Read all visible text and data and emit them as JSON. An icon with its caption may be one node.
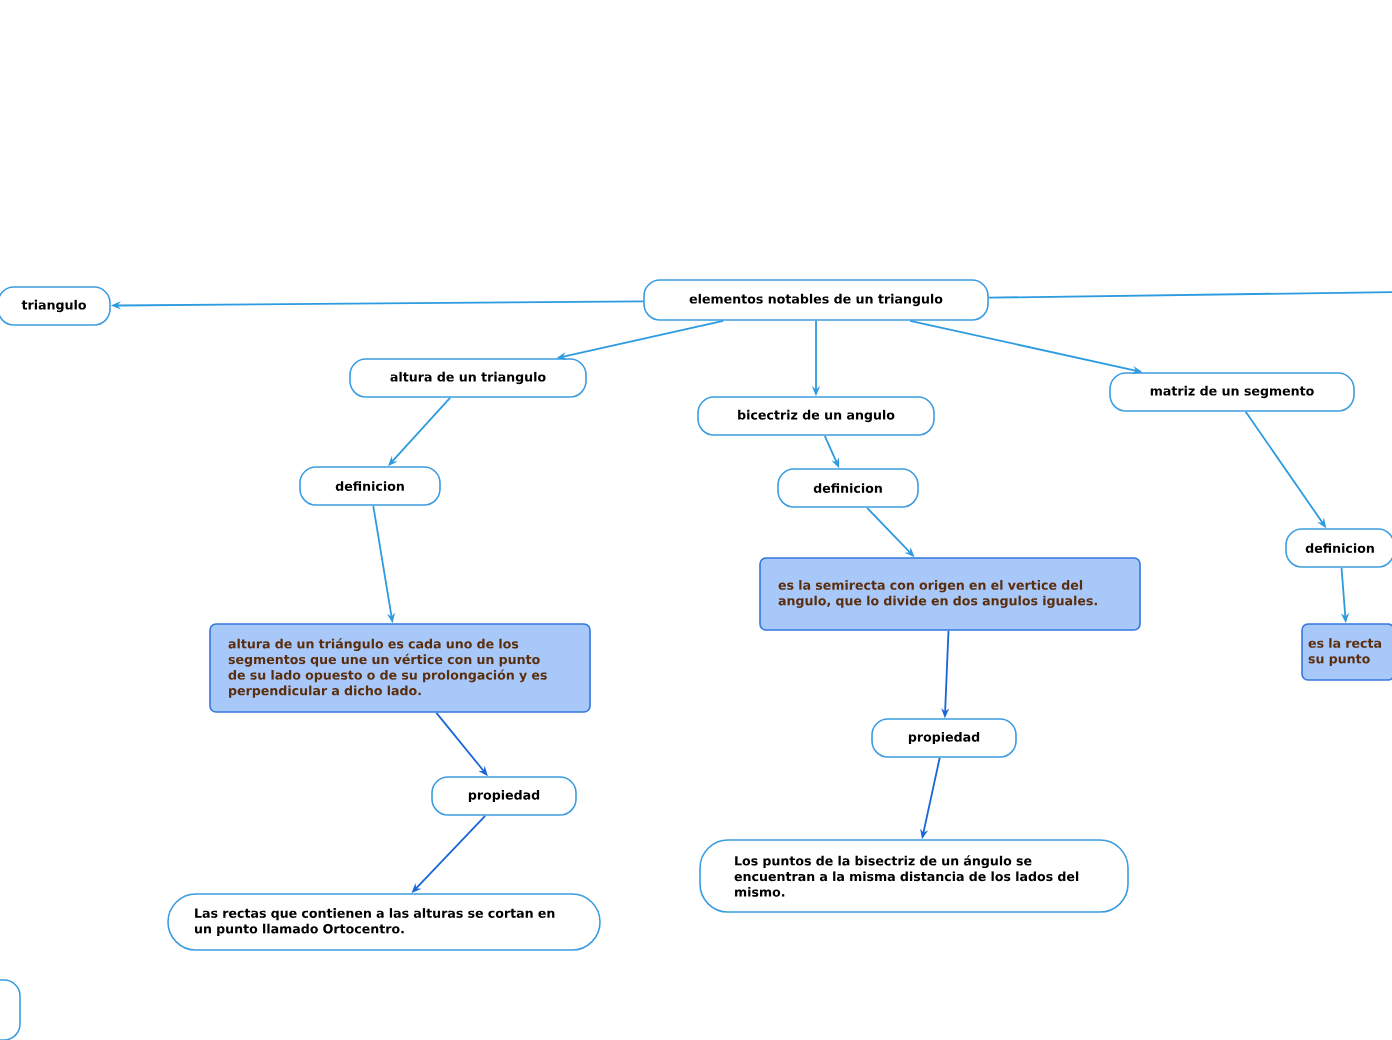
{
  "diagram": {
    "nodes": [
      {
        "text": [
          "elementos notables de un triangulo"
        ]
      },
      {
        "text": [
          "triangulo"
        ]
      },
      {
        "text": [
          "altura de un triangulo"
        ]
      },
      {
        "text": [
          "bicectriz de un angulo"
        ]
      },
      {
        "text": [
          "matriz de un segmento"
        ]
      },
      {
        "text": [
          "definicion"
        ]
      },
      {
        "text": [
          "definicion"
        ]
      },
      {
        "text": [
          "definicion"
        ]
      },
      {
        "text": [
          "altura de un triángulo es cada uno de los segmentos que une un vértice con un punto de su lado opuesto o de su prolongación y es perpendicular a dicho lado."
        ]
      },
      {
        "text": [
          "es la semirecta con origen en el vertice del angulo, que lo divide en dos angulos iguales."
        ]
      },
      {
        "text": [
          "es la recta su punto"
        ]
      },
      {
        "text": [
          "propiedad"
        ]
      },
      {
        "text": [
          "propiedad"
        ]
      },
      {
        "text": [
          "Las rectas que contienen a las alturas se cortan en un punto llamado Ortocentro."
        ]
      },
      {
        "text": [
          "Los puntos de la bisectriz de un ángulo se encuentran a la misma distancia de los lados del mismo."
        ]
      },
      {
        "text": [],
        "shape": "box"
      }
    ],
    "edges": [
      {
        "from": 0,
        "to": 1,
        "arrow": "to"
      },
      {
        "from": 0,
        "to": 2,
        "arrow": "to"
      },
      {
        "from": 0,
        "to": 3,
        "arrow": "to"
      },
      {
        "from": 0,
        "to": 4,
        "arrow": "to"
      },
      {
        "from": 0,
        "to": null,
        "arrow": "none"
      },
      {
        "from": 2,
        "to": 5,
        "arrow": "to"
      },
      {
        "from": 3,
        "to": 6,
        "arrow": "to"
      },
      {
        "from": 4,
        "to": 7,
        "arrow": "to"
      },
      {
        "from": 5,
        "to": 8,
        "arrow": "to"
      },
      {
        "from": 6,
        "to": 9,
        "arrow": "to"
      },
      {
        "from": 7,
        "to": 10,
        "arrow": "to"
      },
      {
        "from": 8,
        "to": 11,
        "arrow": "to",
        "color": "#1a66d6"
      },
      {
        "from": 9,
        "to": 12,
        "arrow": "to",
        "color": "#1a66d6"
      },
      {
        "from": 11,
        "to": 13,
        "arrow": "to",
        "color": "#1a66d6"
      },
      {
        "from": 12,
        "to": 14,
        "arrow": "to",
        "color": "#1a66d6"
      }
    ]
  }
}
